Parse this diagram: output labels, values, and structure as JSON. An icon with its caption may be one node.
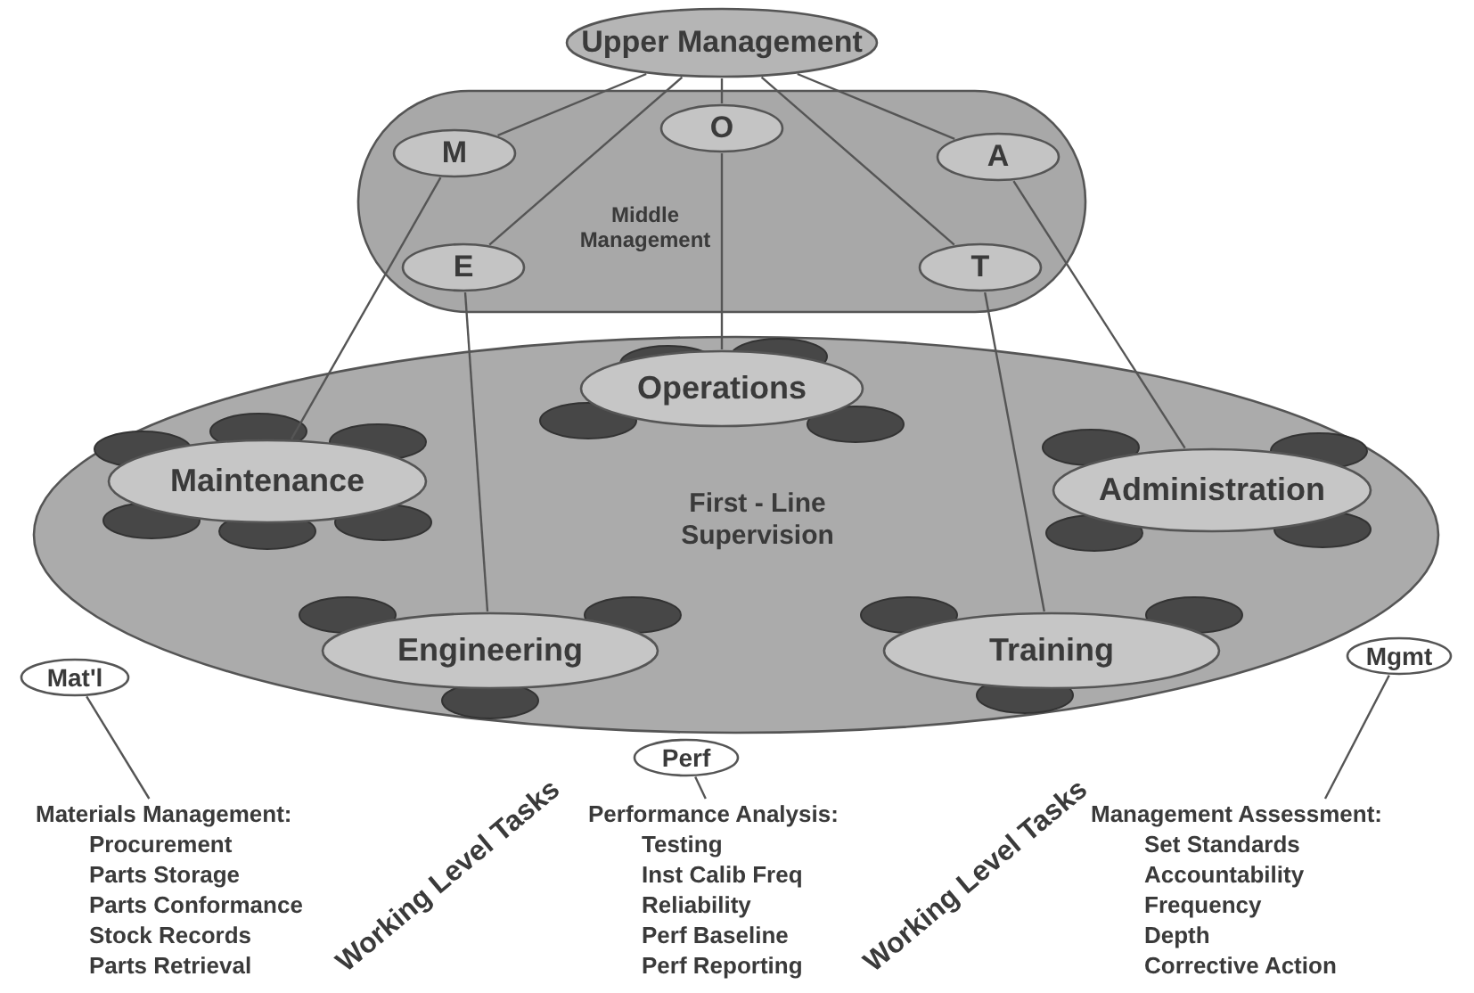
{
  "diagram": {
    "nodes": [
      {
        "text": [
          "Upper Management"
        ]
      },
      {
        "text": [
          "Middle Management"
        ]
      },
      {
        "text": [
          "M"
        ],
        "in": 1
      },
      {
        "text": [
          "O"
        ],
        "in": 1
      },
      {
        "text": [
          "A"
        ],
        "in": 1
      },
      {
        "text": [
          "E"
        ],
        "in": 1
      },
      {
        "text": [
          "T"
        ],
        "in": 1
      },
      {
        "text": [
          "First - Line Supervision"
        ]
      },
      {
        "text": [
          "Operations"
        ],
        "in": 7
      },
      {
        "text": [
          "Maintenance"
        ],
        "in": 7
      },
      {
        "text": [
          "Administration"
        ],
        "in": 7
      },
      {
        "text": [
          "Engineering"
        ],
        "in": 7
      },
      {
        "text": [
          "Training"
        ],
        "in": 7
      },
      {
        "text": [
          "Mat'l"
        ]
      },
      {
        "text": [
          "Perf"
        ]
      },
      {
        "text": [
          "Mgmt"
        ]
      },
      {
        "text": [
          "Materials Management:",
          "Procurement",
          "Parts Storage",
          "Parts Conformance",
          "Stock Records",
          "Parts Retrieval"
        ]
      },
      {
        "text": [
          "Performance Analysis:",
          "Testing",
          "Inst Calib Freq",
          "Reliability",
          "Perf Baseline",
          "Perf Reporting"
        ]
      },
      {
        "text": [
          "Management Assessment:",
          "Set Standards",
          "Accountability",
          "Frequency",
          "Depth",
          "Corrective Action"
        ]
      }
    ],
    "edges": [
      {
        "from": 0,
        "to": 2,
        "arrow": "none"
      },
      {
        "from": 0,
        "to": 3,
        "arrow": "none"
      },
      {
        "from": 0,
        "to": 4,
        "arrow": "none"
      },
      {
        "from": 0,
        "to": 5,
        "arrow": "none"
      },
      {
        "from": 0,
        "to": 6,
        "arrow": "none"
      },
      {
        "from": 2,
        "to": 9,
        "arrow": "none"
      },
      {
        "from": 3,
        "to": 8,
        "arrow": "none"
      },
      {
        "from": 4,
        "to": 10,
        "arrow": "none"
      },
      {
        "from": 5,
        "to": 11,
        "arrow": "none"
      },
      {
        "from": 6,
        "to": 12,
        "arrow": "none"
      },
      {
        "from": 13,
        "to": 16,
        "arrow": "none"
      },
      {
        "from": 14,
        "to": 17,
        "arrow": "none"
      },
      {
        "from": 15,
        "to": 18,
        "arrow": "none"
      }
    ],
    "labels": [
      "Working Level Tasks",
      "Working Level Tasks"
    ]
  }
}
